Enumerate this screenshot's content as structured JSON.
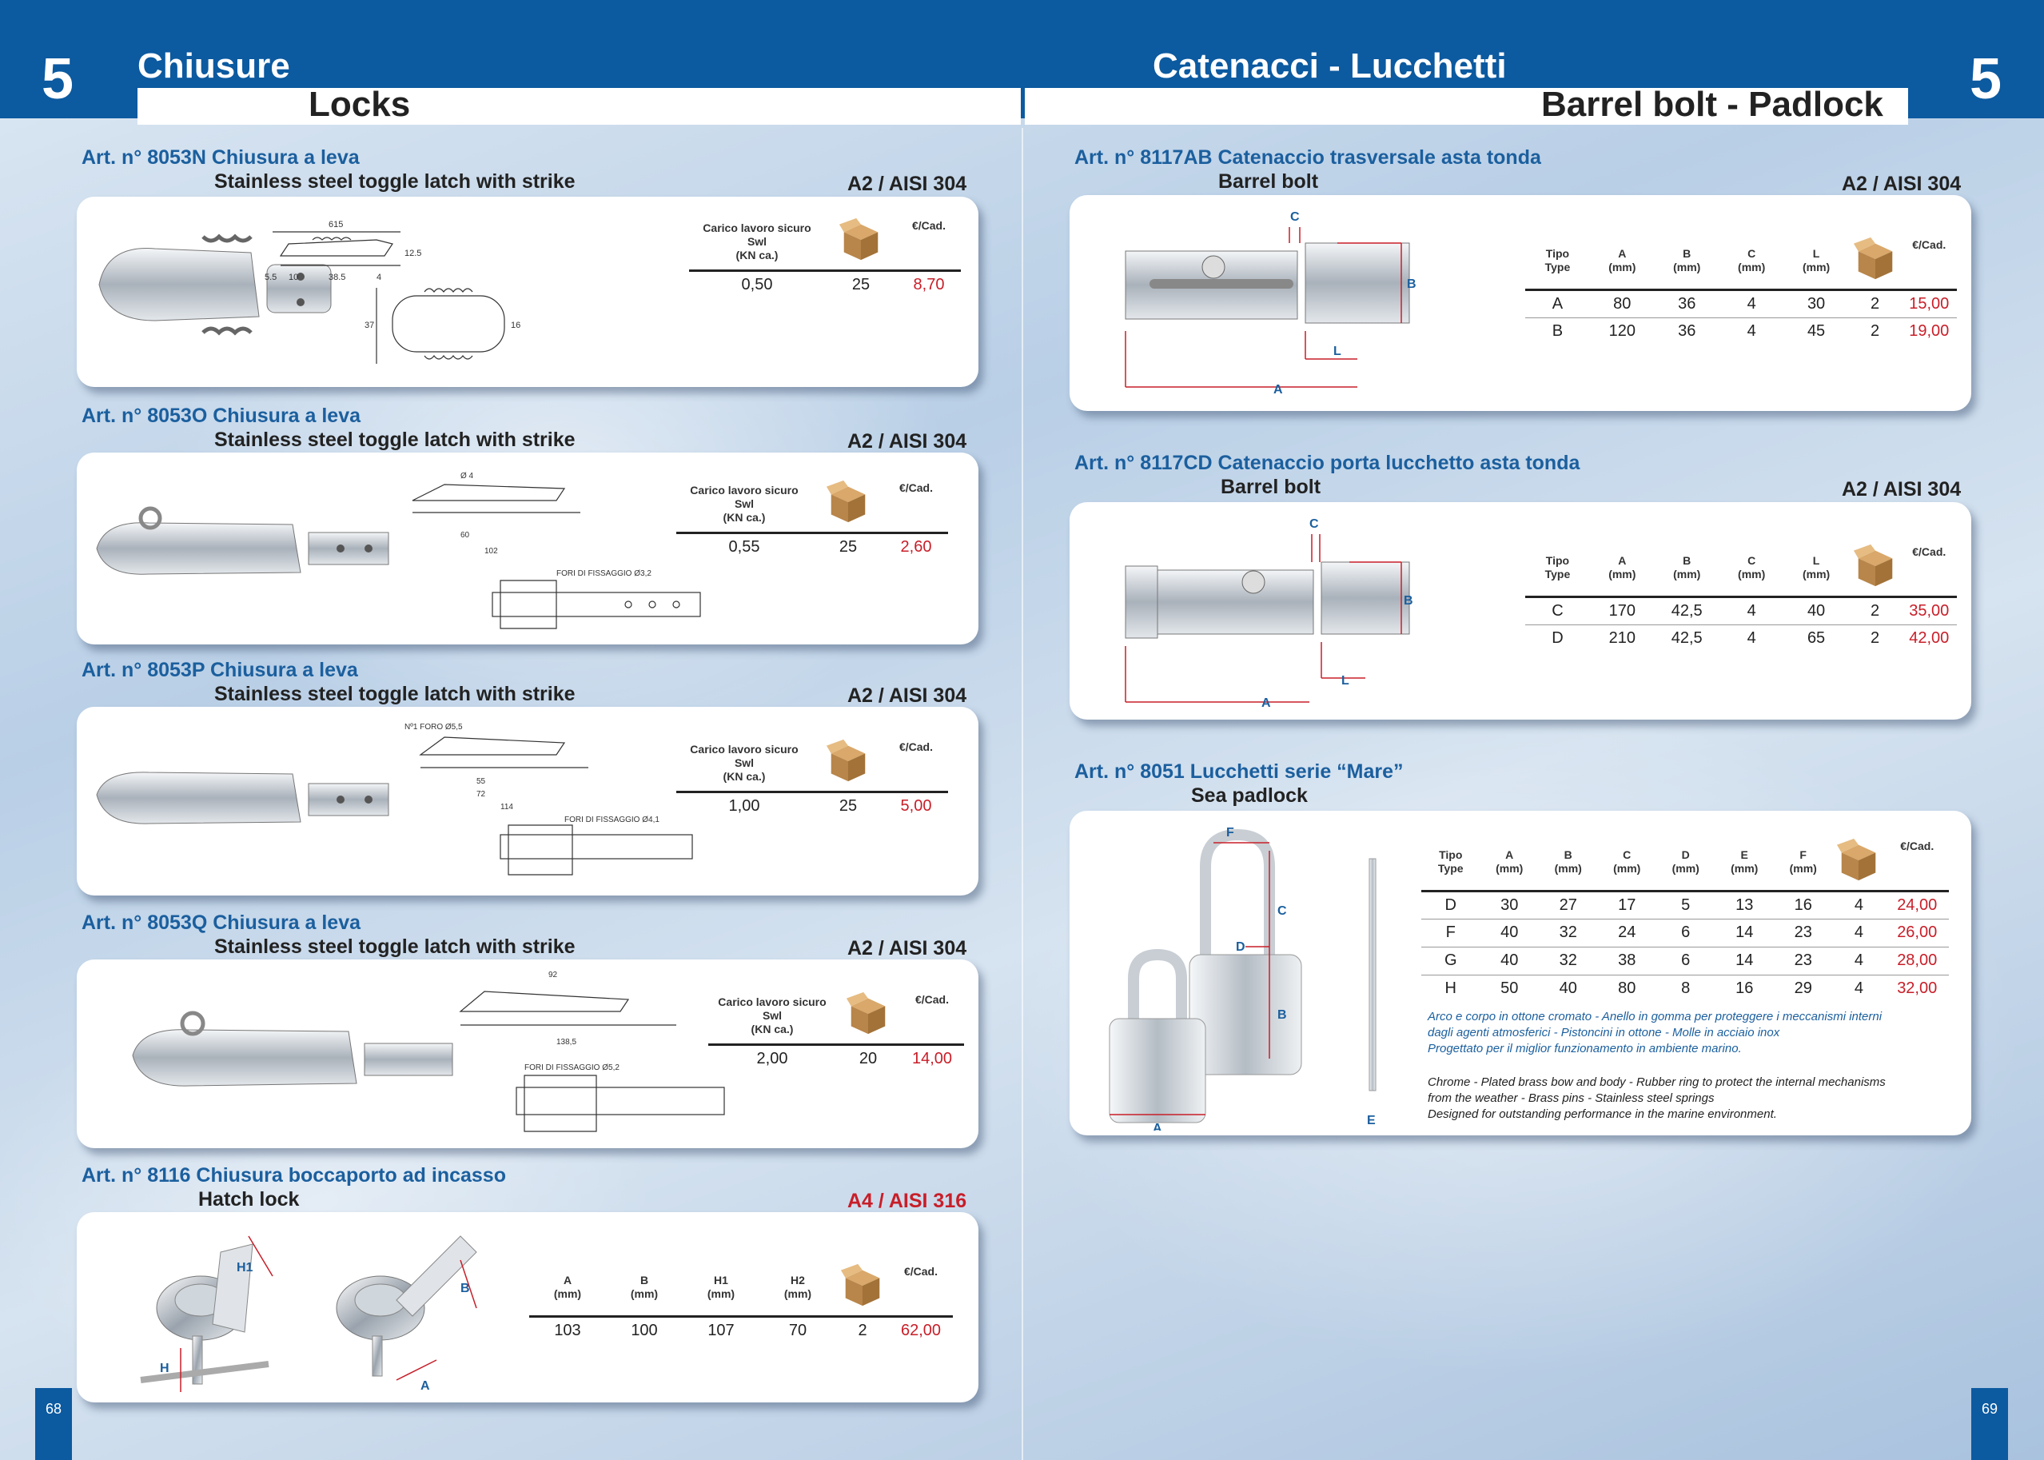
{
  "header": {
    "left_number": "5",
    "right_number": "5",
    "left_title": "Chiusure",
    "left_subtitle": "Locks",
    "right_title": "Catenacci - Lucchetti",
    "right_subtitle": "Barrel bolt - Padlock"
  },
  "pages": {
    "left": "68",
    "right": "69"
  },
  "colors": {
    "brand_blue": "#0c5aa0",
    "title_blue": "#1b5f9e",
    "price_red": "#c81e28"
  },
  "icons": {
    "package": "cardboard-box-icon"
  },
  "left_products": [
    {
      "title": "Art. n° 8053N Chiusura a leva",
      "subtitle": "Stainless steel toggle latch with strike",
      "norm": "A2 / AISI 304",
      "headers": [
        "Carico lavoro sicuro\nSwl\n(KN ca.)",
        "",
        "€/Cad."
      ],
      "row": [
        "0,50",
        "25",
        "8,70"
      ],
      "drawing_labels": [
        "615",
        "5.5",
        "10",
        "38.5",
        "4",
        "12.5",
        "37",
        "16"
      ]
    },
    {
      "title": "Art. n° 8053O Chiusura a leva",
      "subtitle": "Stainless steel toggle latch with strike",
      "norm": "A2 / AISI 304",
      "headers": [
        "Carico lavoro sicuro\nSwl\n(KN ca.)",
        "",
        "€/Cad."
      ],
      "row": [
        "0,55",
        "25",
        "2,60"
      ],
      "drawing_labels": [
        "Ø 4",
        "60",
        "102",
        "FORI DI FISSAGGIO Ø3,2"
      ]
    },
    {
      "title": "Art. n° 8053P Chiusura a leva",
      "subtitle": "Stainless steel toggle latch with strike",
      "norm": "A2 / AISI 304",
      "headers": [
        "Carico lavoro sicuro\nSwl\n(KN ca.)",
        "",
        "€/Cad."
      ],
      "row": [
        "1,00",
        "25",
        "5,00"
      ],
      "drawing_labels": [
        "Nº1 FORO Ø5,5",
        "55",
        "72",
        "114",
        "FORI DI FISSAGGIO Ø4,1"
      ]
    },
    {
      "title": "Art. n° 8053Q Chiusura a leva",
      "subtitle": "Stainless steel toggle latch with strike",
      "norm": "A2 / AISI 304",
      "headers": [
        "Carico lavoro sicuro\nSwl\n(KN ca.)",
        "",
        "€/Cad."
      ],
      "row": [
        "2,00",
        "20",
        "14,00"
      ],
      "drawing_labels": [
        "92",
        "138,5",
        "FORI DI FISSAGGIO Ø5,2"
      ]
    },
    {
      "title": "Art. n° 8116 Chiusura boccaporto ad incasso",
      "subtitle": "Hatch lock",
      "norm": "A4 / AISI 316",
      "headers": [
        "A\n(mm)",
        "B\n(mm)",
        "H1\n(mm)",
        "H2\n(mm)",
        "",
        "€/Cad."
      ],
      "row": [
        "103",
        "100",
        "107",
        "70",
        "2",
        "62,00"
      ],
      "drawing_labels": [
        "H1",
        "H",
        "B",
        "A"
      ]
    }
  ],
  "right_products": [
    {
      "title": "Art. n° 8117AB Catenaccio trasversale asta tonda",
      "subtitle": "Barrel bolt",
      "norm": "A2 / AISI 304",
      "headers": [
        "Tipo\nType",
        "A\n(mm)",
        "B\n(mm)",
        "C\n(mm)",
        "L\n(mm)",
        "",
        "€/Cad."
      ],
      "rows": [
        [
          "A",
          "80",
          "36",
          "4",
          "30",
          "2",
          "15,00"
        ],
        [
          "B",
          "120",
          "36",
          "4",
          "45",
          "2",
          "19,00"
        ]
      ],
      "drawing_labels": [
        "C",
        "B",
        "L",
        "A"
      ]
    },
    {
      "title": "Art. n° 8117CD Catenaccio porta lucchetto asta tonda",
      "subtitle": "Barrel bolt",
      "norm": "A2 / AISI 304",
      "headers": [
        "Tipo\nType",
        "A\n(mm)",
        "B\n(mm)",
        "C\n(mm)",
        "L\n(mm)",
        "",
        "€/Cad."
      ],
      "rows": [
        [
          "C",
          "170",
          "42,5",
          "4",
          "40",
          "2",
          "35,00"
        ],
        [
          "D",
          "210",
          "42,5",
          "4",
          "65",
          "2",
          "42,00"
        ]
      ],
      "drawing_labels": [
        "C",
        "B",
        "L",
        "A"
      ]
    },
    {
      "title": "Art. n° 8051 Lucchetti serie “Mare”",
      "subtitle": "Sea padlock",
      "headers": [
        "Tipo\nType",
        "A\n(mm)",
        "B\n(mm)",
        "C\n(mm)",
        "D\n(mm)",
        "E\n(mm)",
        "F\n(mm)",
        "",
        "€/Cad."
      ],
      "rows": [
        [
          "D",
          "30",
          "27",
          "17",
          "5",
          "13",
          "16",
          "4",
          "24,00"
        ],
        [
          "F",
          "40",
          "32",
          "24",
          "6",
          "14",
          "23",
          "4",
          "26,00"
        ],
        [
          "G",
          "40",
          "32",
          "38",
          "6",
          "14",
          "23",
          "4",
          "28,00"
        ],
        [
          "H",
          "50",
          "40",
          "80",
          "8",
          "16",
          "29",
          "4",
          "32,00"
        ]
      ],
      "note_it": [
        "Arco e corpo in ottone cromato - Anello in gomma  per proteggere i meccanismi interni",
        "dagli agenti atmosferici - Pistoncini in ottone - Molle in acciaio inox",
        "Progettato per il miglior funzionamento in ambiente marino."
      ],
      "note_en": [
        "Chrome - Plated brass bow and body - Rubber ring to protect the internal mechanisms",
        "from the weather - Brass pins - Stainless steel springs",
        "Designed for outstanding performance in the marine environment."
      ],
      "drawing_labels": [
        "F",
        "C",
        "D",
        "B",
        "A",
        "E"
      ]
    }
  ]
}
